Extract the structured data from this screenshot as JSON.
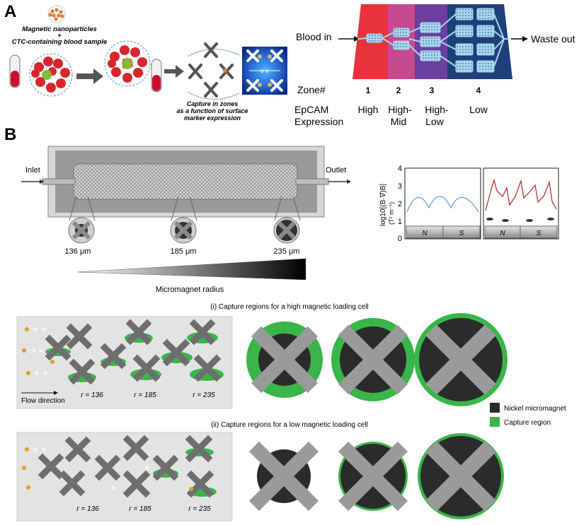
{
  "panel_a": {
    "letter": "A",
    "nanoparticles_label": "Magnetic nanoparticles",
    "plus": "+",
    "blood_sample_label": "CTC-containing blood sample",
    "capture_label_line1": "Capture in zones",
    "capture_label_line2": "as a function of surface",
    "capture_label_line3": "marker expression",
    "blood_in": "Blood in",
    "waste_out": "Waste out",
    "zone_header": "Zone#",
    "expr_header_line1": "EpCAM",
    "expr_header_line2": "Expression",
    "zones": [
      {
        "num": "1",
        "expr1": "High",
        "expr2": "",
        "color": "#e8323c"
      },
      {
        "num": "2",
        "expr1": "High-",
        "expr2": "Mid",
        "color": "#c64a8e"
      },
      {
        "num": "3",
        "expr1": "High-",
        "expr2": "Low",
        "color": "#6b3fa0"
      },
      {
        "num": "4",
        "expr1": "Low",
        "expr2": "",
        "color": "#1f3f7a"
      }
    ],
    "field_label": "v v"
  },
  "panel_b": {
    "letter": "B",
    "inlet": "Inlet",
    "outlet": "Outlet",
    "radii": [
      "136 μm",
      "185 μm",
      "235 μm"
    ],
    "gradient_label": "Micromagnet radius",
    "plot": {
      "ylabel": "log10[(B·∇)B]",
      "yunit": "(T² m⁻¹)",
      "yticks": [
        "0",
        "1",
        "2",
        "3",
        "4"
      ],
      "magnet_labels": [
        "N",
        "S",
        "N",
        "S"
      ]
    }
  },
  "panel_c": {
    "title_high": "(i) Capture regions for a high magnetic loading cell",
    "title_low": "(ii) Capture regions for a low magnetic loading cell",
    "flow_direction": "Flow direction",
    "r_labels": [
      "r = 136",
      "r = 185",
      "r = 235"
    ],
    "legend": [
      {
        "label": "Nickel micromagnet",
        "color": "#2b2b2b"
      },
      {
        "label": "Capture region",
        "color": "#3ab54a"
      }
    ]
  }
}
